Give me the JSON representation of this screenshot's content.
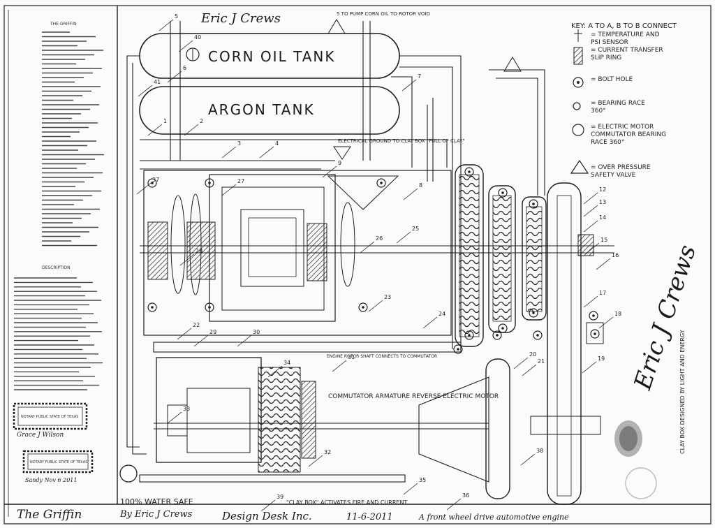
{
  "signatures": {
    "top": "Eric J Crews",
    "bottom_left": "By Eric J Crews",
    "vertical": "Eric J Crews",
    "left_small_1": "Grace J Wilson",
    "left_small_2": "Sandy Nov 6 2011"
  },
  "tanks": {
    "corn_oil": "CORN OIL TANK",
    "argon": "ARGON TANK"
  },
  "top_note": "5 TO PUMP CORN OIL TO ROTOR VOID",
  "key": {
    "title": "KEY: A TO A, B TO B CONNECT",
    "items": [
      {
        "icon": "temperature-psi-sensor-icon",
        "label": "= TEMPERATURE AND PSI SENSOR"
      },
      {
        "icon": "current-transfer-slip-ring-icon",
        "label": "= CURRENT TRANSFER SLIP RING"
      },
      {
        "icon": "bolt-hole-icon",
        "label": "= BOLT HOLE"
      },
      {
        "icon": "bearing-race-icon",
        "label": "= BEARING RACE 360°"
      },
      {
        "icon": "electric-motor-bearing-race-icon",
        "label": "= ELECTRIC MOTOR COMMUTATOR BEARING RACE 360°"
      },
      {
        "icon": "safety-valve-icon",
        "label": "= OVER PRESSURE SAFETY VALVE"
      }
    ]
  },
  "annotations": {
    "ground": "ELECTRICAL GROUND TO CLAY BOX \"FULL OF CLAY\"",
    "commutator": "COMMUTATOR ARMATURE REVERSE ELECTRIC MOTOR",
    "engine_note": "ENGINE ROTOR SHAFT CONNECTS TO COMMUTATOR",
    "vertical_note": "CLAY BOX DESIGNED BY LIGHT AND ENERGY"
  },
  "part_numbers": [
    "1",
    "2",
    "3",
    "4",
    "5",
    "6",
    "7",
    "8",
    "9",
    "12",
    "13",
    "14",
    "15",
    "16",
    "17",
    "18",
    "19",
    "20",
    "21",
    "22",
    "23",
    "24",
    "25",
    "26",
    "27",
    "28",
    "29",
    "30",
    "31",
    "32",
    "33",
    "34",
    "35",
    "36",
    "37",
    "38",
    "39",
    "40",
    "41"
  ],
  "bottom_bar": {
    "title": "The Griffin",
    "safe": "100% WATER SAFE",
    "clay_box": "\"CLAY BOX\" ACTIVATES FIRE AND CURRENT",
    "company": "Design Desk Inc.",
    "date": "11-6-2011",
    "description": "A front wheel drive automotive engine"
  },
  "left_panel": {
    "title": "THE GRIFFIN",
    "section_title": "DESCRIPTION",
    "stamp_1": "NOTARY PUBLIC STATE OF TEXAS",
    "stamp_2": "NOTARY PUBLIC STATE OF TEXAS"
  }
}
